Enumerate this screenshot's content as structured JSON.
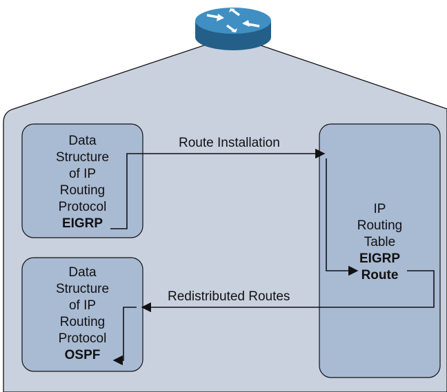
{
  "colors": {
    "house_fill": "#c9d1df",
    "box_fill": "#a9bad3",
    "router_body": "#2a6e9c",
    "router_top": "#3f8fc2",
    "line": "#111111"
  },
  "icons": {
    "router": "router-icon"
  },
  "boxes": {
    "eigrp_protocol": {
      "line1": "Data",
      "line2": "Structure",
      "line3": "of IP",
      "line4": "Routing",
      "line5": "Protocol",
      "line6": "EIGRP"
    },
    "ospf_protocol": {
      "line1": "Data",
      "line2": "Structure",
      "line3": "of IP",
      "line4": "Routing",
      "line5": "Protocol",
      "line6": "OSPF"
    },
    "routing_table": {
      "line1": "IP",
      "line2": "Routing",
      "line3": "Table",
      "line4": "EIGRP",
      "line5": "Route"
    }
  },
  "arrows": {
    "route_installation": "Route Installation",
    "redistributed_routes": "Redistributed Routes"
  }
}
